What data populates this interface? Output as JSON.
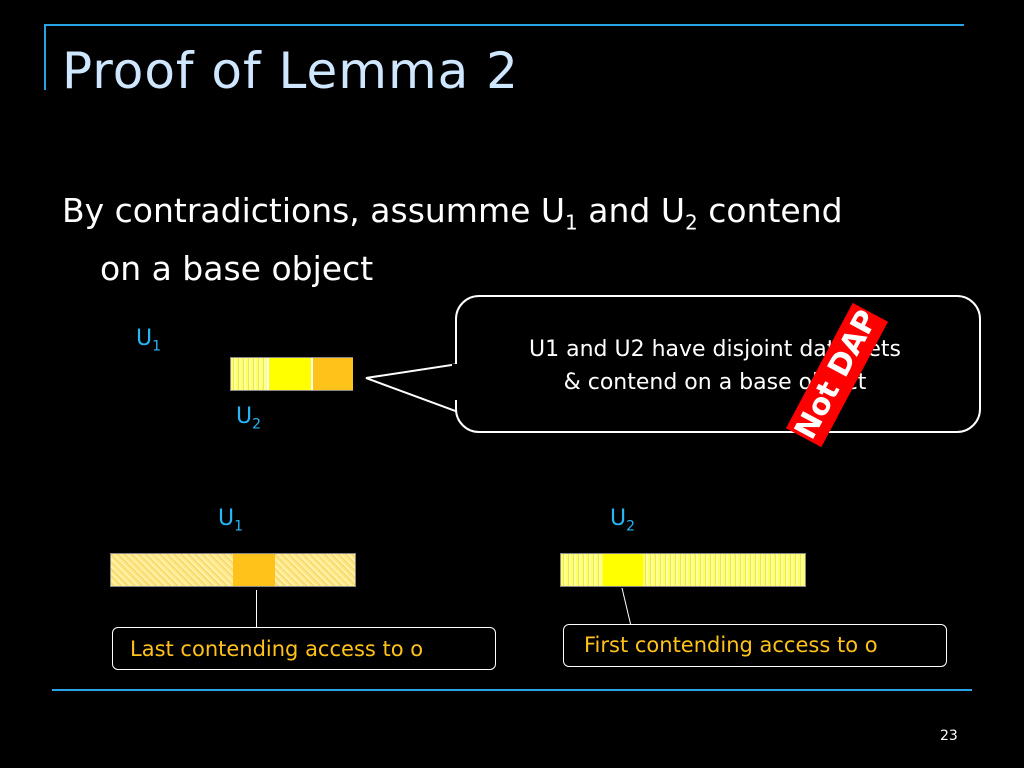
{
  "slide": {
    "title": "Proof of Lemma 2",
    "page_number": "23"
  },
  "body": {
    "line1_prefix": "By contradictions, assumme U",
    "line1_sub1": "1",
    "line1_mid": " and U",
    "line1_sub2": "2",
    "line1_suffix": " contend",
    "line2": "on a base object"
  },
  "top_diagram": {
    "u1_label": "U",
    "u1_sub": "1",
    "u2_label": "U",
    "u2_sub": "2"
  },
  "callout": {
    "line1": "U1 and U2  have disjoint data sets",
    "line2": "& contend on a base object"
  },
  "stamp": {
    "text": "Not DAP",
    "color": "#ff0000"
  },
  "bottom_left": {
    "u_label": "U",
    "u_sub": "1",
    "box_text": "Last contending access to o"
  },
  "bottom_right": {
    "u_label": "U",
    "u_sub": "2",
    "box_text": "First contending access to o"
  },
  "colors": {
    "title": "#cfe6ff",
    "accent_line": "#2aa3e6",
    "u_label": "#29b6f6",
    "highlight": "#ffc21a",
    "yellow": "#ffff00"
  }
}
